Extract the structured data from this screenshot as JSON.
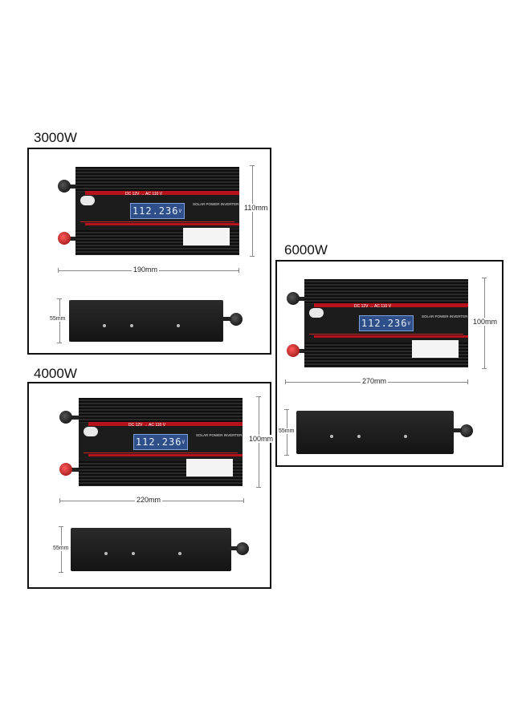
{
  "panels": [
    {
      "title": "3000W",
      "length_label": "190mm",
      "height_label": "110mm",
      "side_height_label": "55mm",
      "lcd_text": "112.236",
      "lcd_unit": "V",
      "voltage_text": "DC 12V → AC 110 V",
      "brand_text": "SOLAR POWER INVERTER"
    },
    {
      "title": "6000W",
      "length_label": "270mm",
      "height_label": "100mm",
      "side_height_label": "55mm",
      "lcd_text": "112.236",
      "lcd_unit": "V",
      "voltage_text": "DC 12V → AC 110 V",
      "brand_text": "SOLAR POWER INVERTER"
    },
    {
      "title": "4000W",
      "length_label": "220mm",
      "height_label": "100mm",
      "side_height_label": "55mm",
      "lcd_text": "112.236",
      "lcd_unit": "V",
      "voltage_text": "DC 12V → AC 110 V",
      "brand_text": "SOLAR POWER INVERTER"
    }
  ],
  "colors": {
    "body": "#1c1c1c",
    "accent_red": "#b5121b",
    "lcd_blue": "#2f4f8a",
    "frame": "#111111"
  }
}
